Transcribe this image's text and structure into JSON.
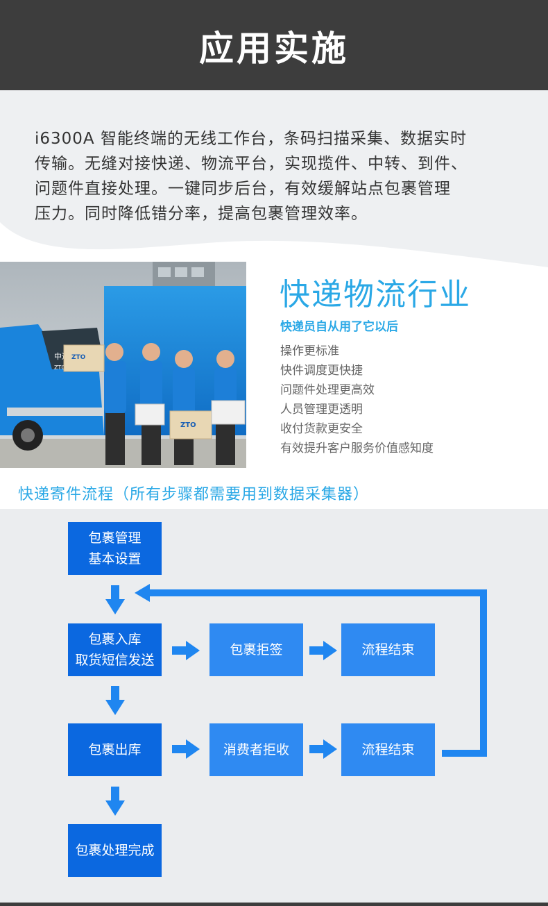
{
  "header": {
    "title": "应用实施"
  },
  "intro": {
    "lines": [
      "i6300A 智能终端的无线工作台，条码扫描采集、数据实时",
      "传输。无缝对接快递、物流平台，实现揽件、中转、到件、",
      "问题件直接处理。一键同步后台，有效缓解站点包裹管理",
      "压力。同时降低错分率，提高包裹管理效率。"
    ]
  },
  "photo": {
    "truck_brand": "中通",
    "truck_brand_en": "ZTO EXP",
    "box_logo": "ZTO"
  },
  "industry": {
    "title": "快递物流行业",
    "subtitle": "快递员自从用了它以后",
    "benefits": [
      "操作更标准",
      "快件调度更快捷",
      "问题件处理更高效",
      "人员管理更透明",
      "收付货款更安全",
      "有效提升客户服务价值感知度"
    ]
  },
  "flow": {
    "title": "快递寄件流程（所有步骤都需要用到数据采集器）",
    "steps": {
      "setup_line1": "包裹管理",
      "setup_line2": "基本设置",
      "inbound_line1": "包裹入库",
      "inbound_line2": "取货短信发送",
      "reject_sign": "包裹拒签",
      "end_1": "流程结束",
      "outbound": "包裹出库",
      "consumer_reject": "消费者拒收",
      "end_2": "流程结束",
      "done": "包裹处理完成"
    }
  },
  "colors": {
    "header_bg": "#3d3d3d",
    "accent": "#2aa8e6",
    "box_dark": "#0b68e0",
    "box_light": "#2f8af2",
    "arrow": "#1f86f0"
  }
}
